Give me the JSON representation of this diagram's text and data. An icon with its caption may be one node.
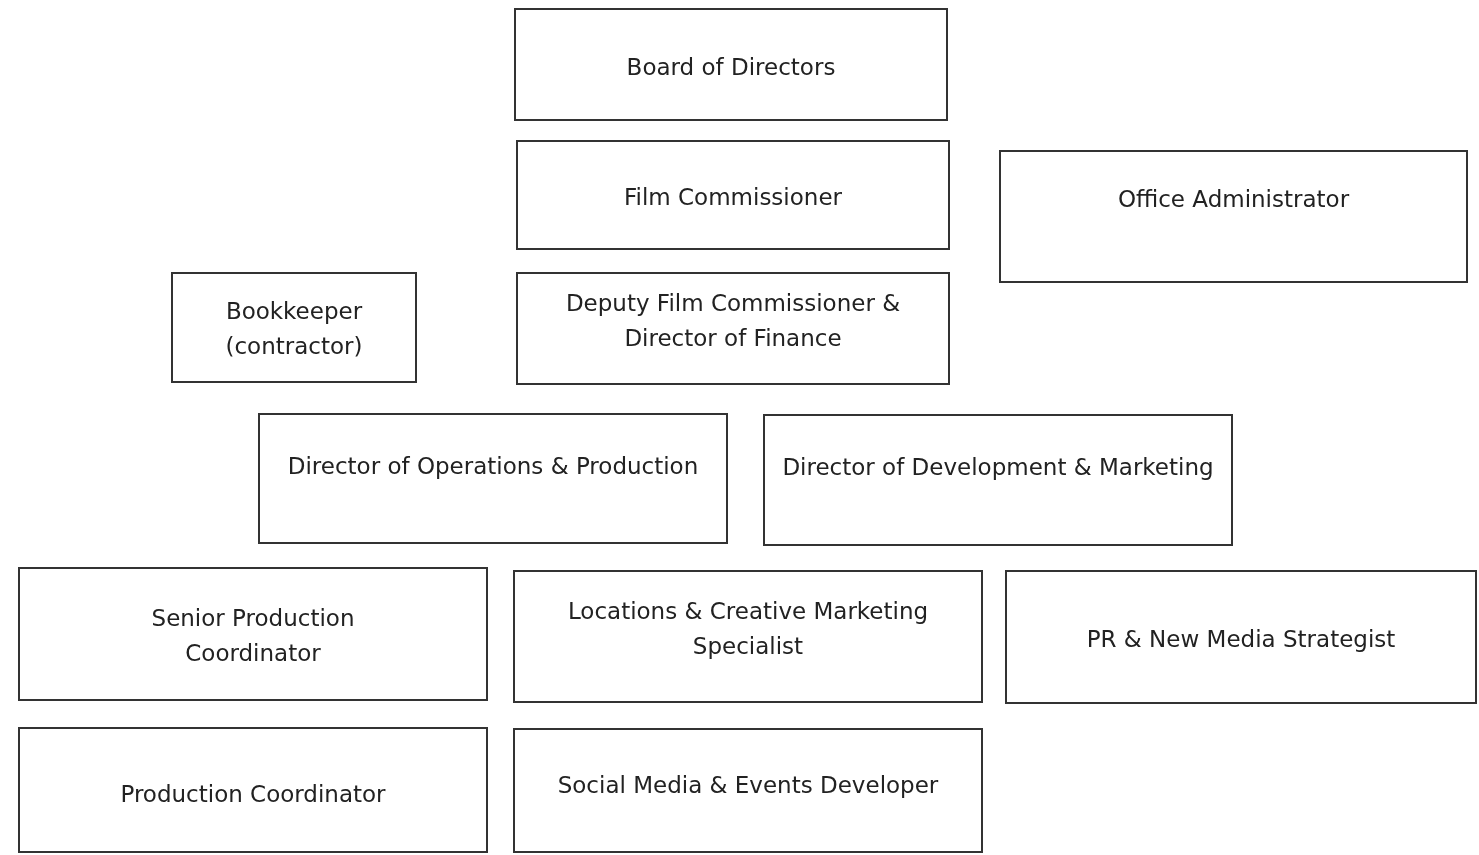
{
  "diagram": {
    "nodes": [
      {
        "text": [
          "Board of Directors"
        ]
      },
      {
        "text": [
          "Film Commissioner"
        ]
      },
      {
        "text": [
          "Office Administrator"
        ]
      },
      {
        "text": [
          "Bookkeeper (contractor)"
        ]
      },
      {
        "text": [
          "Deputy Film Commissioner & Director of Finance"
        ]
      },
      {
        "text": [
          "Director of Operations & Production"
        ]
      },
      {
        "text": [
          "Director of Development & Marketing"
        ]
      },
      {
        "text": [
          "Senior Production Coordinator"
        ]
      },
      {
        "text": [
          "Locations & Creative Marketing Specialist"
        ]
      },
      {
        "text": [
          "PR & New Media Strategist"
        ]
      },
      {
        "text": [
          "Production Coordinator"
        ]
      },
      {
        "text": [
          "Social Media & Events Developer"
        ]
      }
    ]
  }
}
